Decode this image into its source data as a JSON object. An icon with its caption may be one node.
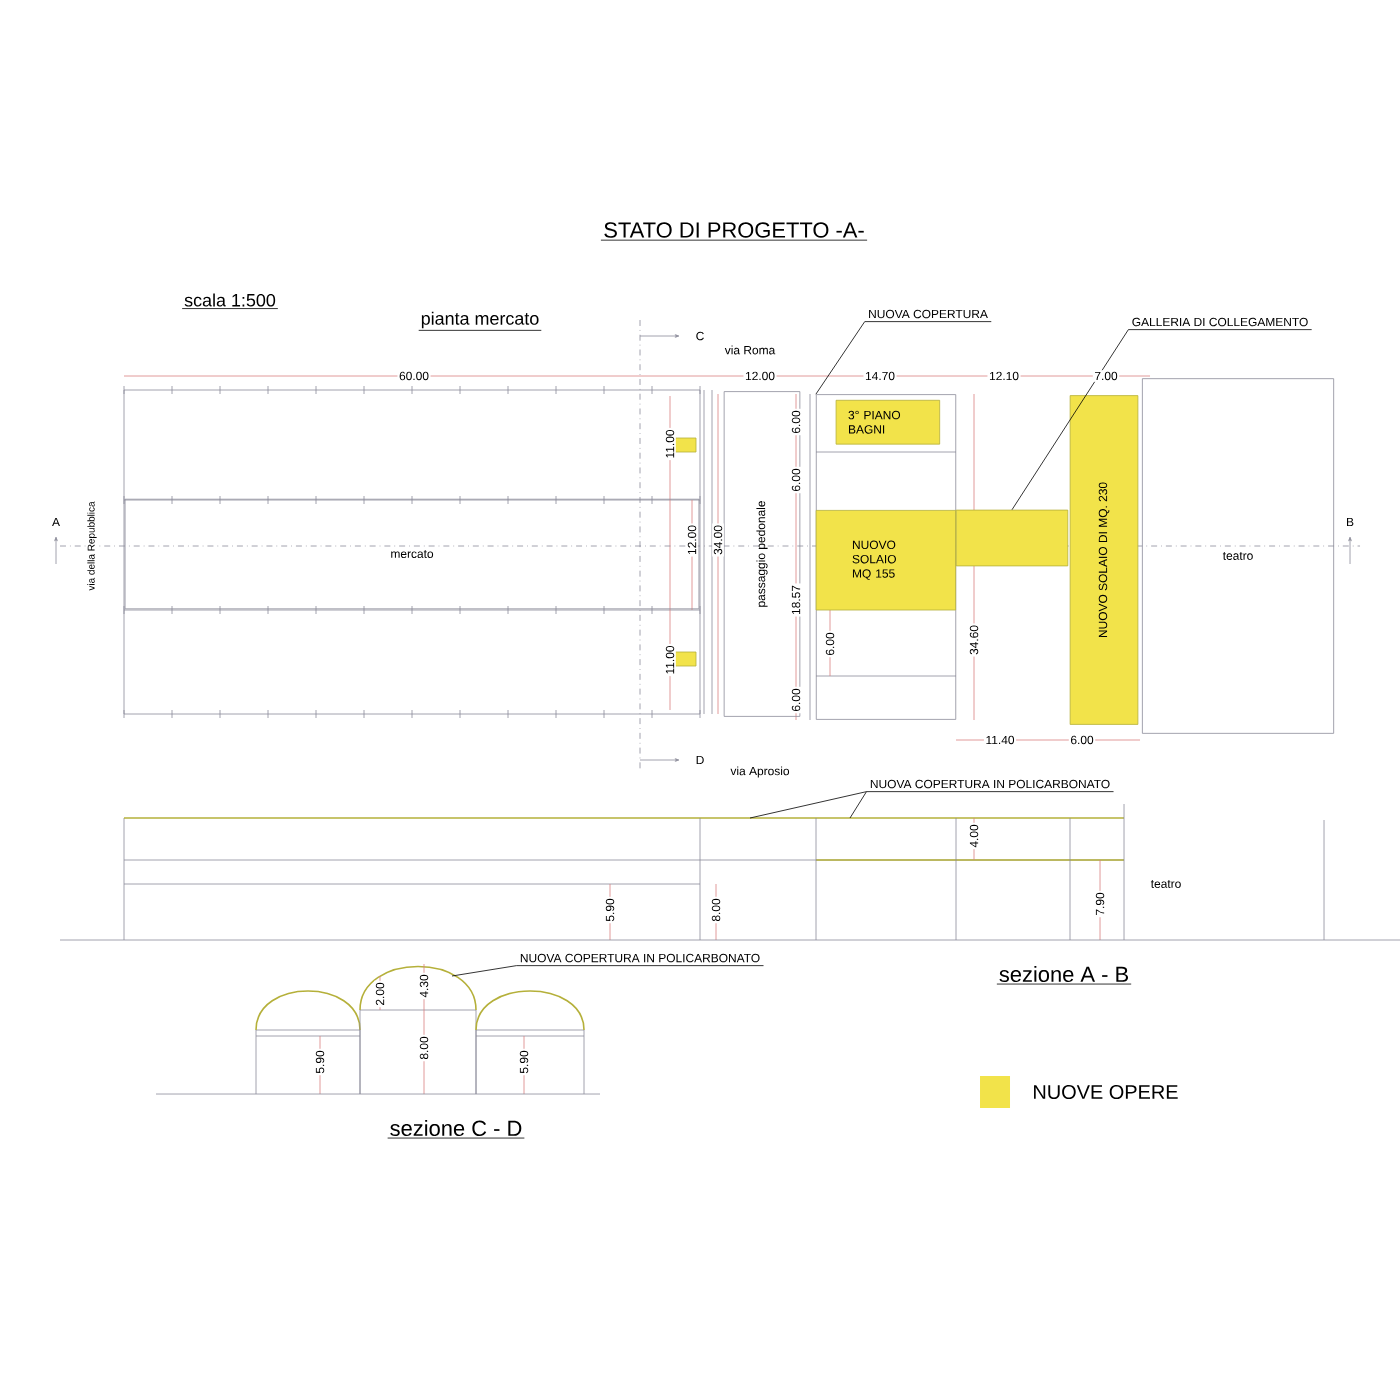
{
  "diagram": {
    "title": "STATO DI PROGETTO -A-",
    "nodes": [
      {
        "text": [
          "NUOVA COPERTURA"
        ]
      },
      {
        "text": [
          "GALLERIA DI COLLEGAMENTO"
        ]
      },
      {
        "text": [
          "mercato"
        ]
      },
      {
        "text": [
          "passaggio pedonale"
        ]
      },
      {
        "text": [],
        "shape": "box"
      },
      {
        "text": [
          "3° PIANO BAGNI"
        ],
        "in": 4
      },
      {
        "text": [
          "NUOVO SOLAIO MQ 155"
        ],
        "in": 4
      },
      {
        "text": [],
        "shape": "bar"
      },
      {
        "text": [
          "NUOVO SOLAIO DI MQ. 230"
        ]
      },
      {
        "text": [
          "teatro"
        ]
      },
      {
        "text": [
          "NUOVA COPERTURA IN POLICARBONATO"
        ]
      },
      {
        "text": [
          "NUOVA COPERTURA IN POLICARBONATO"
        ]
      }
    ],
    "edges": [
      {
        "from": 0,
        "to": 4,
        "arrow": "none"
      },
      {
        "from": 1,
        "to": 7,
        "arrow": "none"
      },
      {
        "from": 10,
        "to": null,
        "arrow": "none"
      },
      {
        "from": 10,
        "to": null,
        "arrow": "none"
      },
      {
        "from": 11,
        "to": null,
        "arrow": "none"
      }
    ],
    "labels": [
      "scala 1:500",
      "pianta mercato",
      "C",
      "via Roma",
      "60.00",
      "12.00",
      "14.70",
      "12.10",
      "7.00",
      "via della Repubblica",
      "A",
      "B",
      "11.00",
      "12.00",
      "34.00",
      "11.00",
      "6.00",
      "6.00",
      "18.57",
      "6.00",
      "6.00",
      "34.60",
      "D",
      "via Aprosio",
      "11.40",
      "6.00",
      "4.00",
      "5.90",
      "8.00",
      "7.90",
      "teatro",
      "sezione A - B",
      "2.00",
      "4.30",
      "8.00",
      "5.90",
      "5.90",
      "sezione C - D"
    ],
    "legend": [
      {
        "text": "NUOVE OPERE",
        "color": "#f2e34a"
      }
    ]
  }
}
